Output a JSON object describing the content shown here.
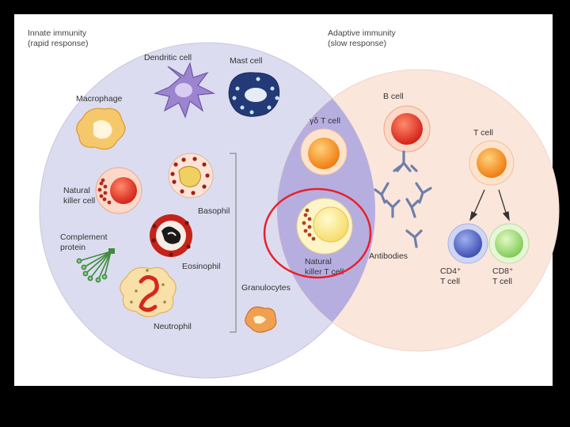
{
  "headers": {
    "innate_1": "Innate immunity",
    "innate_2": "(rapid response)",
    "adaptive_1": "Adaptive immunity",
    "adaptive_2": "(slow response)"
  },
  "labels": {
    "dendritic": "Dendritic cell",
    "mast": "Mast cell",
    "macrophage": "Macrophage",
    "gamma_delta": "γδ T cell",
    "nk_1": "Natural",
    "nk_2": "killer cell",
    "basophil": "Basophil",
    "complement_1": "Complement",
    "complement_2": "protein",
    "eosinophil": "Eosinophil",
    "granulocytes": "Granulocytes",
    "neutrophil": "Neutrophil",
    "nkt_1": "Natural",
    "nkt_2": "killer T cell",
    "b_cell": "B cell",
    "t_cell": "T cell",
    "antibodies": "Antibodies",
    "cd4_1": "CD4⁺",
    "cd4_2": "T cell",
    "cd8_1": "CD8⁺",
    "cd8_2": "T cell"
  },
  "colors": {
    "innate_region": "#dcdcf0",
    "adaptive_region": "#fbe6dc",
    "overlap_region": "#b7aee0",
    "highlight": "#e8202a"
  }
}
